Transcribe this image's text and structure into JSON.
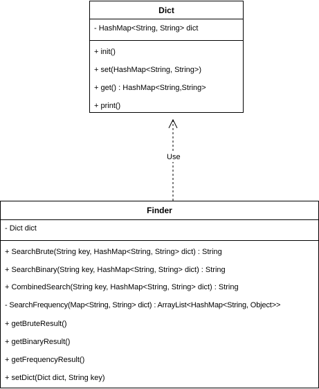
{
  "dict_class": {
    "name": "Dict",
    "attributes": [
      "- HashMap<String, String> dict"
    ],
    "methods": [
      "+ init()",
      "+ set(HashMap<String, String>)",
      "+ get() : HashMap<String,String>",
      "+ print()"
    ]
  },
  "finder_class": {
    "name": "Finder",
    "attributes": [
      "- Dict dict"
    ],
    "methods": [
      "+ SearchBrute(String key, HashMap<String, String> dict) : String",
      "+ SearchBinary(String key, HashMap<String, String> dict) : String",
      "+ CombinedSearch(String key, HashMap<String, String> dict) : String",
      "- SearchFrequency(Map<String, String> dict) : ArrayList<HashMap<String, Object>>",
      "+ getBruteResult()",
      "+ getBinaryResult()",
      "+ getFrequencyResult()",
      "+ setDict(Dict dict, String key)"
    ]
  },
  "relation": {
    "label": "Use"
  }
}
